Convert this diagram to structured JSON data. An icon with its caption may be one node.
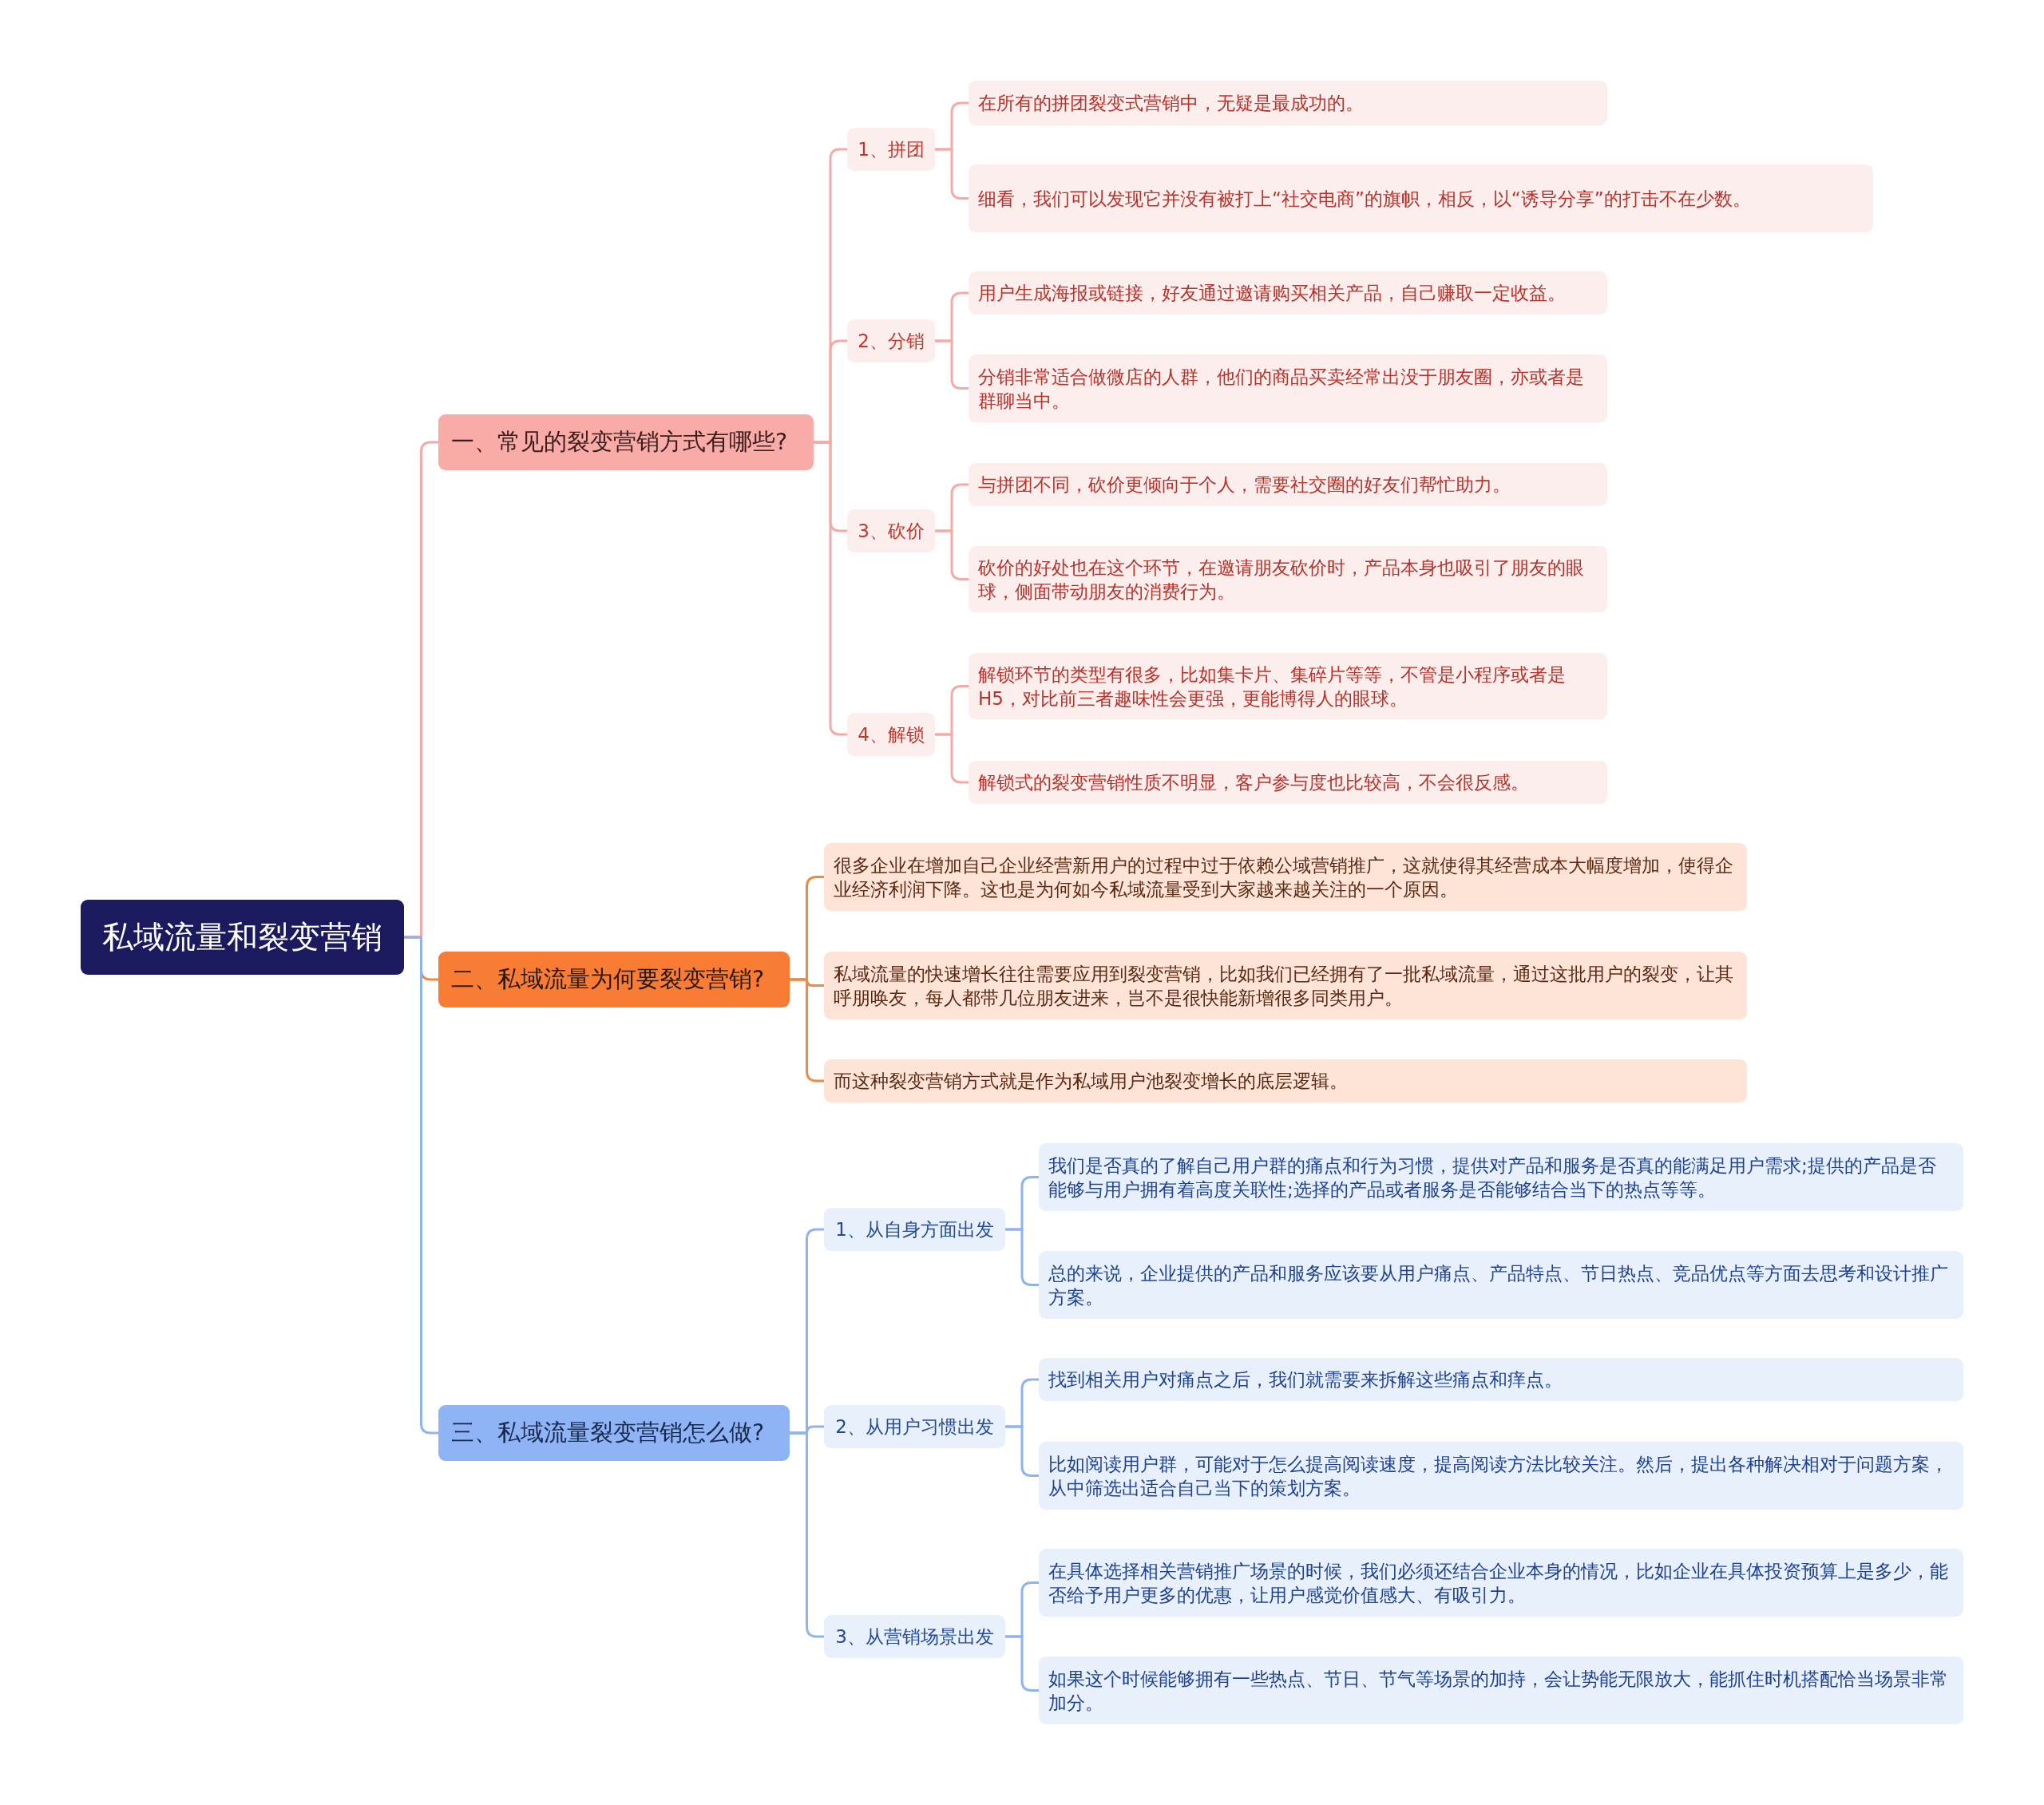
{
  "diagram": {
    "nodes": [
      {
        "text": [
          "私域流量和裂变营销"
        ]
      },
      {
        "text": [
          "一、常见的裂变营销方式有哪些?"
        ]
      },
      {
        "text": [
          "1、拼团"
        ]
      },
      {
        "text": [
          "在所有的拼团裂变式营销中，无疑是最成功的。"
        ]
      },
      {
        "text": [
          "细看，我们可以发现它并没有被打上“社交电商”的旗帜，相反，以“诱导分享”的打击不在少数。"
        ]
      },
      {
        "text": [
          "2、分销"
        ]
      },
      {
        "text": [
          "用户生成海报或链接，好友通过邀请购买相关产品，自己赚取一定收益。"
        ]
      },
      {
        "text": [
          "分销非常适合做微店的人群，他们的商品买卖经常出没于朋友圈，亦或者是群聊当中。"
        ]
      },
      {
        "text": [
          "3、砍价"
        ]
      },
      {
        "text": [
          "与拼团不同，砍价更倾向于个人，需要社交圈的好友们帮忙助力。"
        ]
      },
      {
        "text": [
          "砍价的好处也在这个环节，在邀请朋友砍价时，产品本身也吸引了朋友的眼球，侧面带动朋友的消费行为。"
        ]
      },
      {
        "text": [
          "4、解锁"
        ]
      },
      {
        "text": [
          "解锁环节的类型有很多，比如集卡片、集碎片等等，不管是小程序或者是H5，对比前三者趣味性会更强，更能博得人的眼球。"
        ]
      },
      {
        "text": [
          "解锁式的裂变营销性质不明显，客户参与度也比较高，不会很反感。"
        ]
      },
      {
        "text": [
          "二、私域流量为何要裂变营销?"
        ]
      },
      {
        "text": [
          "很多企业在增加自己企业经营新用户的过程中过于依赖公域营销推广，这就使得其经营成本大幅度增加，使得企业经济利润下降。这也是为何如今私域流量受到大家越来越关注的一个原因。"
        ]
      },
      {
        "text": [
          "私域流量的快速增长往往需要应用到裂变营销，比如我们已经拥有了一批私域流量，通过这批用户的裂变，让其呼朋唤友，每人都带几位朋友进来，岂不是很快能新增很多同类用户。"
        ]
      },
      {
        "text": [
          "而这种裂变营销方式就是作为私域用户池裂变增长的底层逻辑。"
        ]
      },
      {
        "text": [
          "三、私域流量裂变营销怎么做?"
        ]
      },
      {
        "text": [
          "1、从自身方面出发"
        ]
      },
      {
        "text": [
          "我们是否真的了解自己用户群的痛点和行为习惯，提供对产品和服务是否真的能满足用户需求;提供的产品是否能够与用户拥有着高度关联性;选择的产品或者服务是否能够结合当下的热点等等。"
        ]
      },
      {
        "text": [
          "总的来说，企业提供的产品和服务应该要从用户痛点、产品特点、节日热点、竞品优点等方面去思考和设计推广方案。"
        ]
      },
      {
        "text": [
          "2、从用户习惯出发"
        ]
      },
      {
        "text": [
          "找到相关用户对痛点之后，我们就需要来拆解这些痛点和痒点。"
        ]
      },
      {
        "text": [
          "比如阅读用户群，可能对于怎么提高阅读速度，提高阅读方法比较关注。然后，提出各种解决相对于问题方案，从中筛选出适合自己当下的策划方案。"
        ]
      },
      {
        "text": [
          "3、从营销场景出发"
        ]
      },
      {
        "text": [
          "在具体选择相关营销推广场景的时候，我们必须还结合企业本身的情况，比如企业在具体投资预算上是多少，能否给予用户更多的优惠，让用户感觉价值感大、有吸引力。"
        ]
      },
      {
        "text": [
          "如果这个时候能够拥有一些热点、节日、节气等场景的加持，会让势能无限放大，能抓住时机搭配恰当场景非常加分。"
        ]
      }
    ],
    "edges": [
      {
        "from": 0,
        "to": 1,
        "arrow": "none"
      },
      {
        "from": 0,
        "to": 14,
        "arrow": "none",
        "color": "#ef8a42"
      },
      {
        "from": 0,
        "to": 18,
        "arrow": "none",
        "color": "#8fb3ee"
      },
      {
        "from": 1,
        "to": 2,
        "arrow": "none"
      },
      {
        "from": 1,
        "to": 5,
        "arrow": "none"
      },
      {
        "from": 1,
        "to": 8,
        "arrow": "none"
      },
      {
        "from": 1,
        "to": 11,
        "arrow": "none"
      },
      {
        "from": 2,
        "to": 3,
        "arrow": "none"
      },
      {
        "from": 2,
        "to": 4,
        "arrow": "none"
      },
      {
        "from": 5,
        "to": 6,
        "arrow": "none"
      },
      {
        "from": 5,
        "to": 7,
        "arrow": "none"
      },
      {
        "from": 8,
        "to": 9,
        "arrow": "none"
      },
      {
        "from": 8,
        "to": 10,
        "arrow": "none"
      },
      {
        "from": 11,
        "to": 12,
        "arrow": "none"
      },
      {
        "from": 11,
        "to": 13,
        "arrow": "none"
      },
      {
        "from": 14,
        "to": 15,
        "arrow": "none",
        "color": "#ef8a42"
      },
      {
        "from": 14,
        "to": 16,
        "arrow": "none",
        "color": "#ef8a42"
      },
      {
        "from": 14,
        "to": 17,
        "arrow": "none",
        "color": "#ef8a42"
      },
      {
        "from": 18,
        "to": 19,
        "arrow": "none",
        "color": "#8fb3ee"
      },
      {
        "from": 18,
        "to": 22,
        "arrow": "none",
        "color": "#8fb3ee"
      },
      {
        "from": 18,
        "to": 25,
        "arrow": "none",
        "color": "#8fb3ee"
      },
      {
        "from": 19,
        "to": 20,
        "arrow": "none",
        "color": "#8fb3ee"
      },
      {
        "from": 19,
        "to": 21,
        "arrow": "none",
        "color": "#8fb3ee"
      },
      {
        "from": 22,
        "to": 23,
        "arrow": "none",
        "color": "#8fb3ee"
      },
      {
        "from": 22,
        "to": 24,
        "arrow": "none",
        "color": "#8fb3ee"
      },
      {
        "from": 25,
        "to": 26,
        "arrow": "none",
        "color": "#8fb3ee"
      },
      {
        "from": 25,
        "to": 27,
        "arrow": "none",
        "color": "#8fb3ee"
      }
    ]
  }
}
